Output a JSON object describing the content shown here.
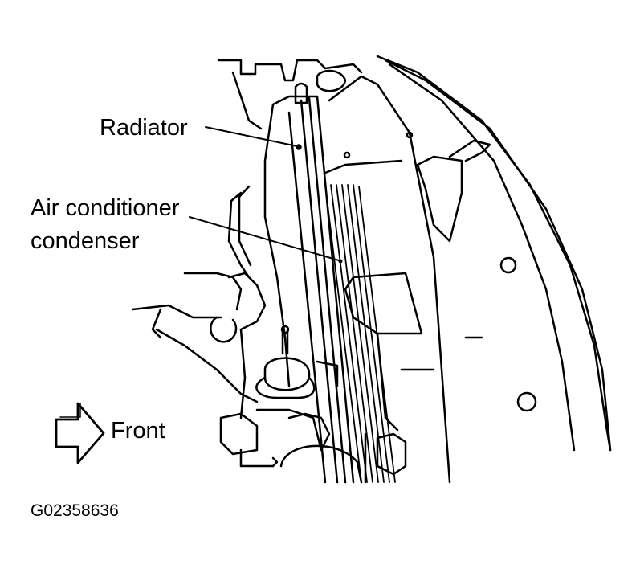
{
  "labels": {
    "radiator": "Radiator",
    "ac_line1": "Air conditioner",
    "ac_line2": "condenser",
    "front": "Front",
    "figure_code": "G02358636"
  },
  "colors": {
    "line": "#000000",
    "background": "#ffffff"
  },
  "icons": {
    "front_arrow": "hollow-right-arrow-icon"
  }
}
